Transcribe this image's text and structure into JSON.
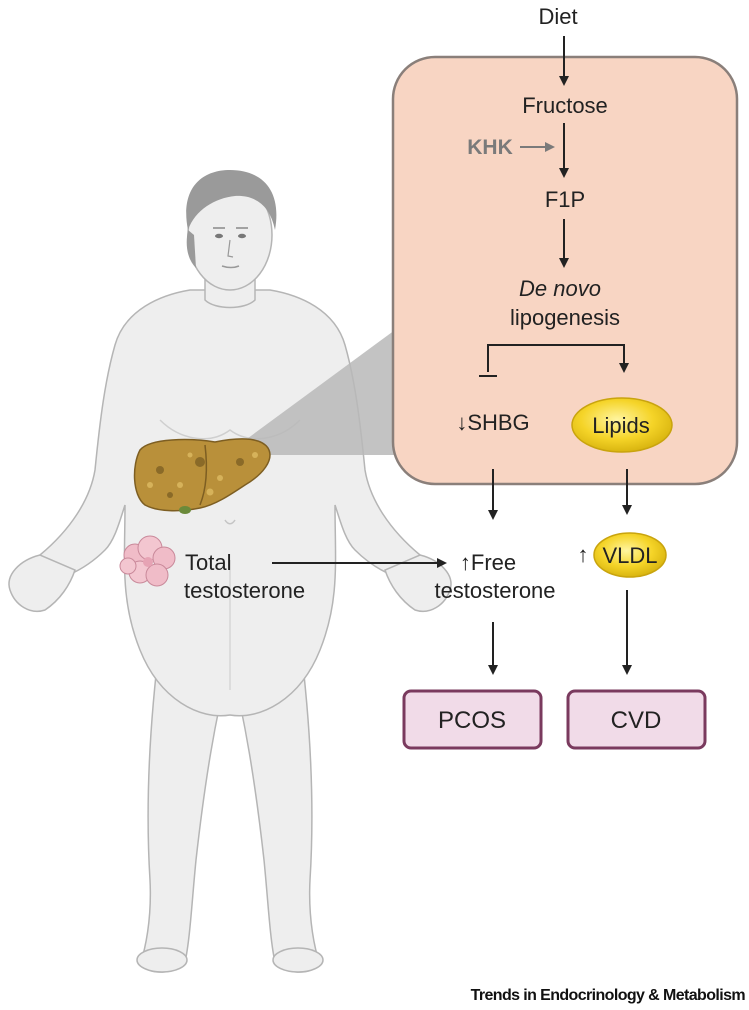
{
  "diagram": {
    "nodes": {
      "diet": "Diet",
      "fructose": "Fructose",
      "khk": "KHK",
      "f1p": "F1P",
      "de_novo": "De novo",
      "lipogenesis": "lipogenesis",
      "shbg": "↓SHBG",
      "lipids": "Lipids",
      "total_testosterone_line1": "Total",
      "total_testosterone_line2": "testosterone",
      "free_testosterone_line1": "↑Free",
      "free_testosterone_line2": "testosterone",
      "vldl_arrow": "↑",
      "vldl": "VLDL",
      "pcos": "PCOS",
      "cvd": "CVD"
    },
    "credit": "Trends in Endocrinology & Metabolism"
  },
  "colors": {
    "hepatocyte_panel": "#f8d5c3",
    "panel_border": "#8a7f7a",
    "outcome_fill": "#f1dbe8",
    "outcome_border": "#7a3a5e",
    "lipid_yellow": "#f5d428",
    "liver": "#b9903a",
    "body": "#eeeeee"
  },
  "icons": [
    "body-silhouette",
    "liver-icon",
    "ovary-icon"
  ]
}
